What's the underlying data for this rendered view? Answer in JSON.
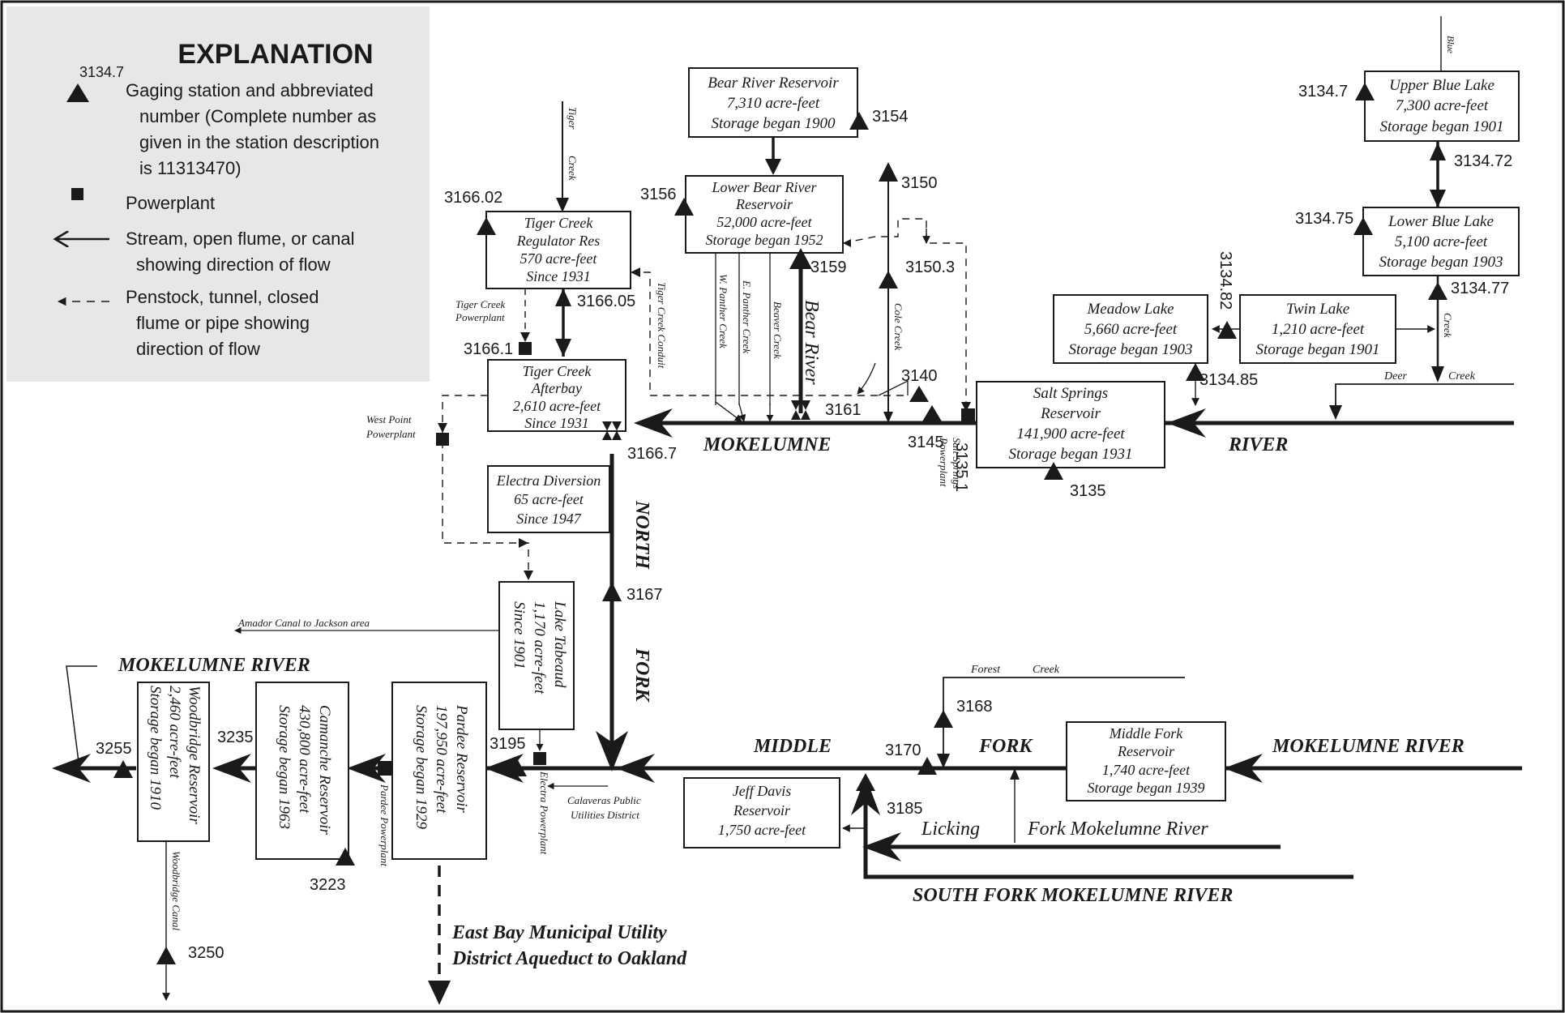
{
  "explanation": {
    "title": "EXPLANATION",
    "gage_sample_number": "3134.7",
    "gage_text": [
      "Gaging station and abbreviated",
      "number (Complete number as",
      "given in the station description",
      "is 11313470)"
    ],
    "powerplant_text": "Powerplant",
    "stream_text": [
      "Stream, open flume, or canal",
      "showing direction of flow"
    ],
    "penstock_text": [
      "Penstock, tunnel, closed",
      "flume or pipe showing",
      "direction of flow"
    ]
  },
  "reservoirs": {
    "bear_river": [
      "Bear River Reservoir",
      "7,310 acre-feet",
      "Storage began 1900"
    ],
    "lower_bear_river": [
      "Lower Bear River",
      "Reservoir",
      "52,000 acre-feet",
      "Storage began 1952"
    ],
    "tiger_creek_regulator": [
      "Tiger Creek",
      "Regulator Res",
      "570 acre-feet",
      "Since 1931"
    ],
    "tiger_creek_afterbay": [
      "Tiger Creek",
      "Afterbay",
      "2,610 acre-feet",
      "Since 1931"
    ],
    "electra_diversion": [
      "Electra Diversion",
      "65 acre-feet",
      "Since 1947"
    ],
    "upper_blue_lake": [
      "Upper Blue Lake",
      "7,300 acre-feet",
      "Storage began 1901"
    ],
    "lower_blue_lake": [
      "Lower Blue Lake",
      "5,100 acre-feet",
      "Storage began 1903"
    ],
    "meadow_lake": [
      "Meadow Lake",
      "5,660 acre-feet",
      "Storage began 1903"
    ],
    "twin_lake": [
      "Twin Lake",
      "1,210 acre-feet",
      "Storage began 1901"
    ],
    "salt_springs": [
      "Salt Springs",
      "Reservoir",
      "141,900 acre-feet",
      "Storage began 1931"
    ],
    "lake_tabeaud": [
      "Lake Tabeaud",
      "1,170 acre-feet",
      "Since 1901"
    ],
    "woodbridge": [
      "Woodbridge Reservoir",
      "2,460 acre-feet",
      "Storage began 1910"
    ],
    "camanche": [
      "Camanche Reservoir",
      "430,800 acre-feet",
      "Storage began 1963"
    ],
    "pardee": [
      "Pardee Reservoir",
      "197,950 acre-feet",
      "Storage began 1929"
    ],
    "jeff_davis": [
      "Jeff Davis",
      "Reservoir",
      "1,750 acre-feet"
    ],
    "middle_fork": [
      "Middle Fork",
      "Reservoir",
      "1,740 acre-feet",
      "Storage began 1939"
    ]
  },
  "stations": {
    "s3154": "3154",
    "s3156": "3156",
    "s3159": "3159",
    "s3150": "3150",
    "s3150_3": "3150.3",
    "s3161": "3161",
    "s3140": "3140",
    "s3145": "3145",
    "s3135_1": "3135.1",
    "s3135": "3135",
    "s3166_02": "3166.02",
    "s3166_05": "3166.05",
    "s3166_1": "3166.1",
    "s3166_7": "3166.7",
    "s3167": "3167",
    "s3134_7": "3134.7",
    "s3134_72": "3134.72",
    "s3134_75": "3134.75",
    "s3134_77": "3134.77",
    "s3134_82": "3134.82",
    "s3134_85": "3134.85",
    "s3168": "3168",
    "s3170": "3170",
    "s3185": "3185",
    "s3195": "3195",
    "s3235": "3235",
    "s3255": "3255",
    "s3223": "3223",
    "s3250": "3250"
  },
  "rivers": {
    "mokelumne_upper": "MOKELUMNE",
    "river_upper": "RIVER",
    "north": "NORTH",
    "fork_north": "FORK",
    "middle": "MIDDLE",
    "fork_middle": "FORK",
    "mokelumne_river_right": "MOKELUMNE   RIVER",
    "mokelumne_river_left": "MOKELUMNE  RIVER",
    "bear_river": "Bear River",
    "licking": "Licking",
    "fork_mokelumne_river": "Fork  Mokelumne River",
    "south_fork": "SOUTH  FORK  MOKELUMNE  RIVER"
  },
  "small_labels": {
    "tiger": "Tiger",
    "creek_tiger": "Creek",
    "tiger_creek_powerplant": [
      "Tiger Creek",
      "Powerplant"
    ],
    "tiger_creek_conduit": "Tiger Creek Conduit",
    "west_point_powerplant": [
      "West Point",
      "Powerplant"
    ],
    "w_panther_creek": "W. Panther Creek",
    "e_panther_creek": "E. Panther Creek",
    "beaver_creek": "Beaver Creek",
    "cole_creek": "Cole Creek",
    "salt_springs_powerplant": [
      "Salt Springs",
      "Powerplant"
    ],
    "blue": "Blue",
    "creek_blue": "Creek",
    "deer": "Deer",
    "creek_deer": "Creek",
    "forest": "Forest",
    "creek_forest": "Creek",
    "amador_canal": "Amador Canal to Jackson area",
    "calaveras": [
      "Calaveras Public",
      "Utilities District"
    ],
    "electra_powerplant": "Electra Powerplant",
    "pardee_powerplant": "Pardee Powerplant",
    "woodbridge_canal": "Woodbridge Canal",
    "ebmud": [
      "East Bay Municipal Utility",
      "District Aqueduct to Oakland"
    ]
  }
}
